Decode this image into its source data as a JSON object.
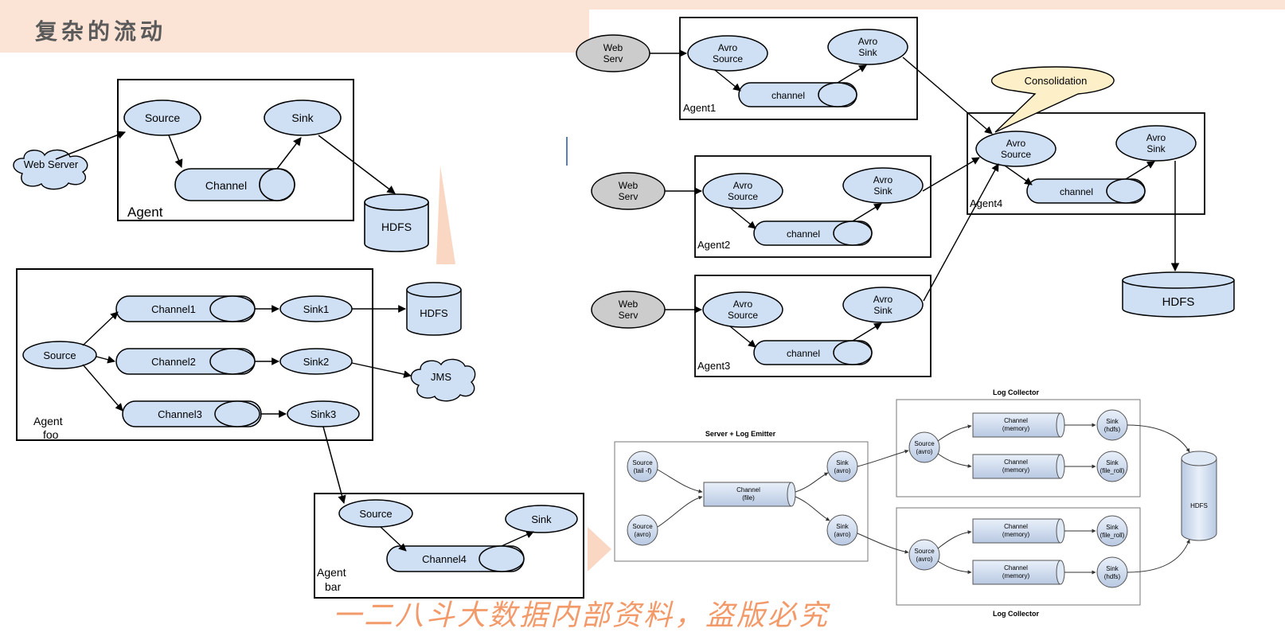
{
  "slide": {
    "title": "复杂的流动",
    "watermark": "一二八斗大数据内部资料，盗版必究"
  },
  "diagram1": {
    "agent_label": "Agent",
    "web_server": "Web Server",
    "source": "Source",
    "channel": "Channel",
    "sink": "Sink",
    "hdfs": "HDFS"
  },
  "diagram2": {
    "agent_foo_label": "Agent foo",
    "agent_bar_label": "Agent bar",
    "source": "Source",
    "channels": [
      "Channel1",
      "Channel2",
      "Channel3"
    ],
    "sinks": [
      "Sink1",
      "Sink2",
      "Sink3"
    ],
    "hdfs": "HDFS",
    "jms": "JMS",
    "bar_source": "Source",
    "bar_channel": "Channel4",
    "bar_sink": "Sink"
  },
  "diagram3": {
    "web_serv": "Web Serv",
    "avro_source": "Avro Source",
    "avro_sink": "Avro Sink",
    "channel": "channel",
    "agents": [
      "Agent1",
      "Agent2",
      "Agent3",
      "Agent4"
    ],
    "consolidation": "Consolidation",
    "hdfs": "HDFS"
  },
  "diagram4": {
    "server_title": "Server + Log Emitter",
    "collector_title": "Log Collector",
    "source_tail": "Source (tail -f)",
    "source_avro": "Source (avro)",
    "channel_file": "Channel (file)",
    "sink_avro": "Sink (avro)",
    "channel_memory": "Channel (memory)",
    "sink_hdfs": "Sink (hdfs)",
    "sink_file_roll": "Sink (file_roll)",
    "hdfs": "HDFS"
  }
}
